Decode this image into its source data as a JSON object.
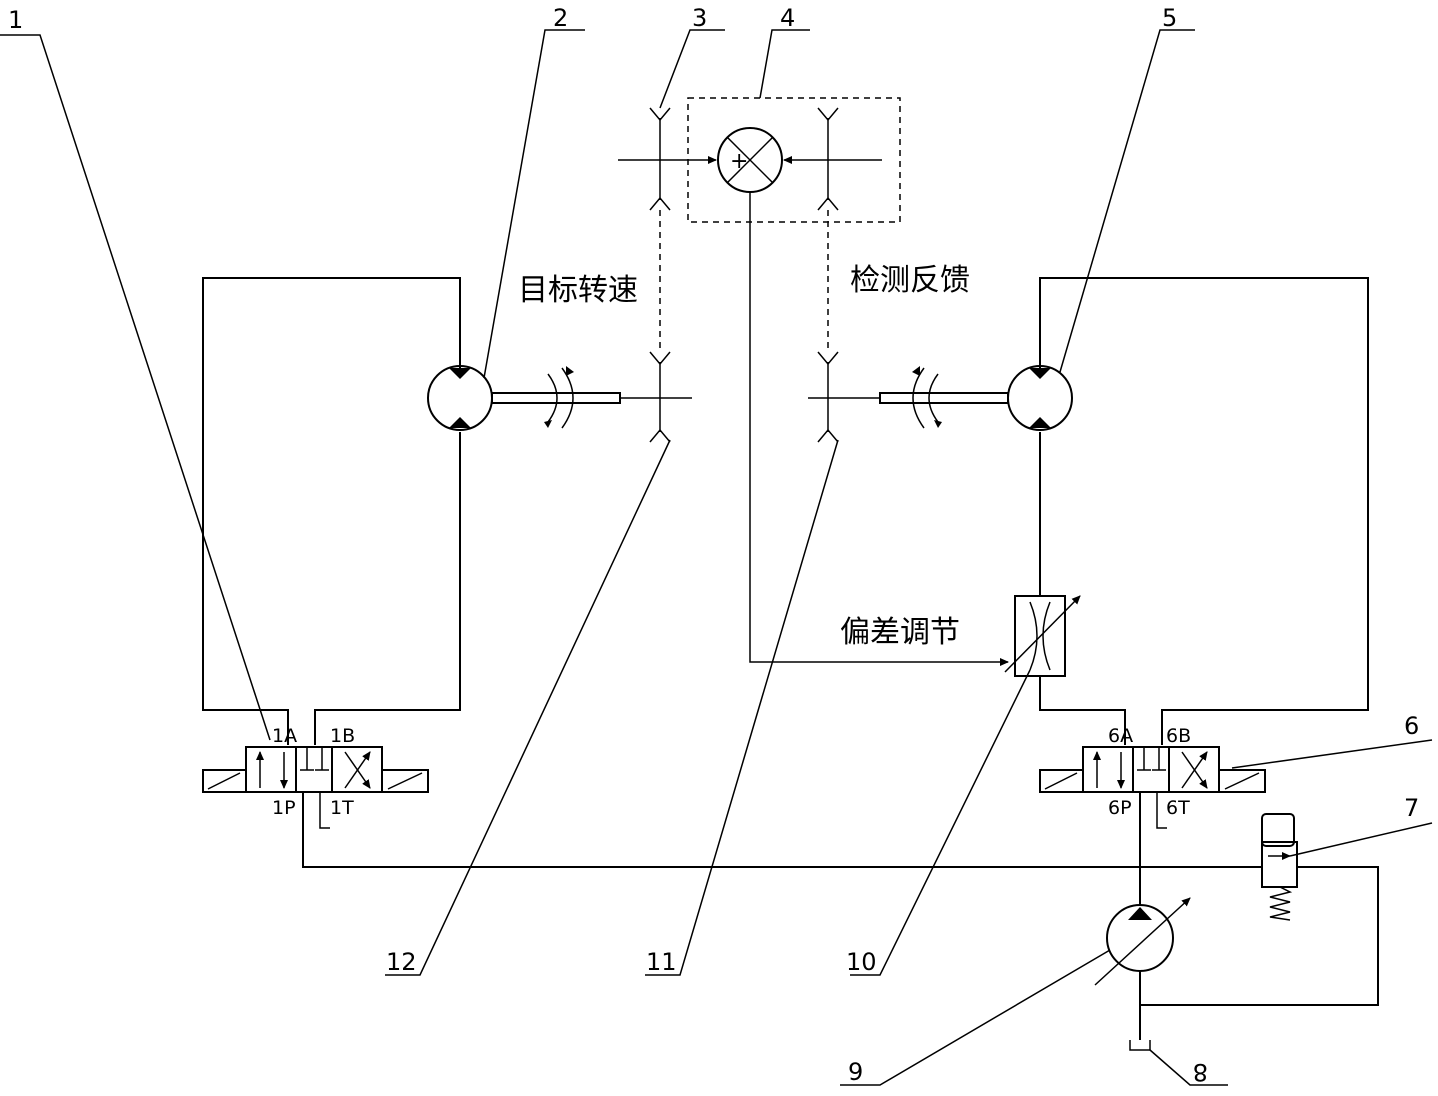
{
  "callouts": {
    "n1": "1",
    "n2": "2",
    "n3": "3",
    "n4": "4",
    "n5": "5",
    "n6": "6",
    "n7": "7",
    "n8": "8",
    "n9": "9",
    "n10": "10",
    "n11": "11",
    "n12": "12"
  },
  "labels": {
    "target_speed": "目标转速",
    "feedback": "检测反馈",
    "deviation": "偏差调节"
  },
  "ports": {
    "v1": {
      "a": "1A",
      "b": "1B",
      "p": "1P",
      "t": "1T"
    },
    "v6": {
      "a": "6A",
      "b": "6B",
      "p": "6P",
      "t": "6T"
    }
  },
  "comparator": {
    "plus": "+"
  }
}
